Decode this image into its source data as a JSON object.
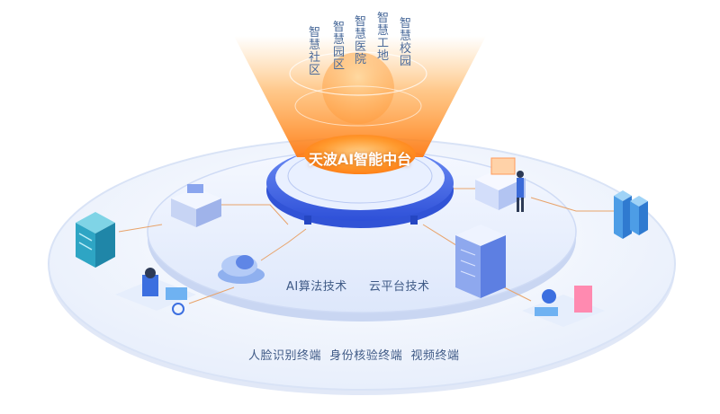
{
  "center": {
    "title": "天波AI智能中台"
  },
  "scenarios": [
    {
      "label": "智慧社区"
    },
    {
      "label": "智慧园区"
    },
    {
      "label": "智慧医院"
    },
    {
      "label": "智慧工地"
    },
    {
      "label": "智慧校园"
    }
  ],
  "middle_ring": {
    "tech_1": "AI算法技术",
    "tech_2": "云平台技术"
  },
  "outer_ring": {
    "terminals": "人脸识别终端  身份核验终端  视频终端"
  },
  "colors": {
    "beam": "#ff8a1a",
    "core_orange": "#ff9a2e",
    "ring_blue": "#3d63e8",
    "platform": "#eaf1ff",
    "text": "#3f5a86"
  },
  "icons": {
    "server_rack": "server-rack-icon",
    "gateway": "gateway-device-icon",
    "cloud": "cloud-device-icon",
    "person": "person-presenting-icon",
    "cabinet": "server-cabinet-icon",
    "datacenter": "datacenter-tower-icon",
    "worker": "worker-scene-icon",
    "factory": "factory-scene-icon"
  }
}
